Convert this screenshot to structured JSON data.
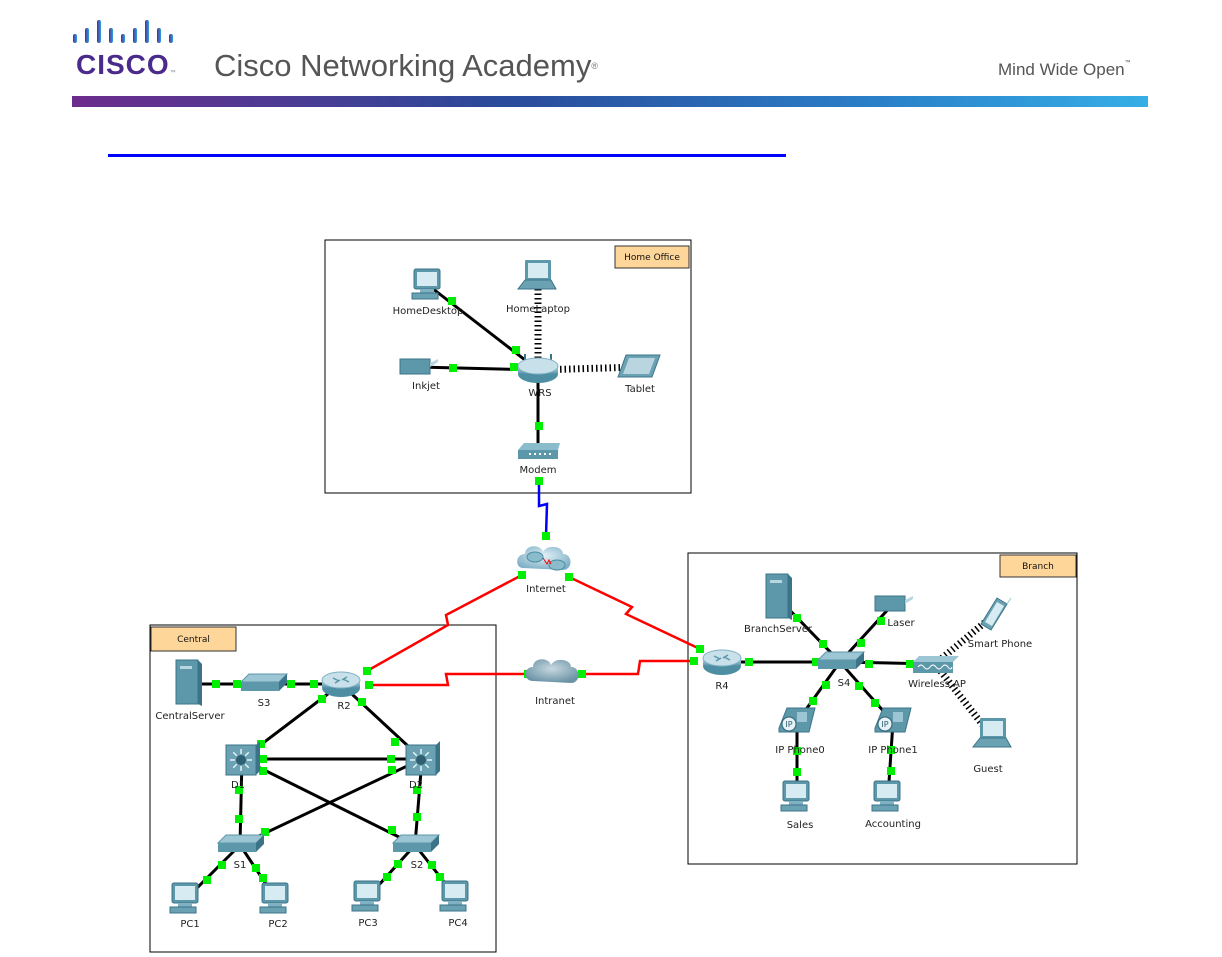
{
  "header": {
    "brand_word": "CISCO",
    "brand_tm": "™",
    "title": "Cisco Networking Academy",
    "title_reg": "®",
    "tagline": "Mind Wide Open",
    "tagline_tm": "™"
  },
  "colors": {
    "link_ethernet": "#000000",
    "link_serial": "#ff0000",
    "link_coax": "#0000ff",
    "port_up": "#00ee00",
    "area_label_bg": "#ffd699",
    "title_rule": "#0000ff"
  },
  "areas": [
    {
      "id": "home",
      "label": "Home Office"
    },
    {
      "id": "central",
      "label": "Central"
    },
    {
      "id": "branch",
      "label": "Branch"
    }
  ],
  "devices": [
    {
      "id": "HomeDesktop",
      "label": "HomeDesktop",
      "type": "pc"
    },
    {
      "id": "HomeLaptop",
      "label": "HomeLaptop",
      "type": "laptop"
    },
    {
      "id": "Inkjet",
      "label": "Inkjet",
      "type": "printer"
    },
    {
      "id": "WRS",
      "label": "WRS",
      "type": "wireless-router"
    },
    {
      "id": "Tablet",
      "label": "Tablet",
      "type": "tablet"
    },
    {
      "id": "Modem",
      "label": "Modem",
      "type": "modem"
    },
    {
      "id": "Internet",
      "label": "Internet",
      "type": "cloud-internet"
    },
    {
      "id": "Intranet",
      "label": "Intranet",
      "type": "cloud"
    },
    {
      "id": "CentralServer",
      "label": "CentralServer",
      "type": "server"
    },
    {
      "id": "S3",
      "label": "S3",
      "type": "switch"
    },
    {
      "id": "R2",
      "label": "R2",
      "type": "router"
    },
    {
      "id": "D1",
      "label": "D1",
      "type": "multilayer-switch"
    },
    {
      "id": "D2",
      "label": "D2",
      "type": "multilayer-switch"
    },
    {
      "id": "S1",
      "label": "S1",
      "type": "switch"
    },
    {
      "id": "S2",
      "label": "S2",
      "type": "switch"
    },
    {
      "id": "PC1",
      "label": "PC1",
      "type": "pc"
    },
    {
      "id": "PC2",
      "label": "PC2",
      "type": "pc"
    },
    {
      "id": "PC3",
      "label": "PC3",
      "type": "pc"
    },
    {
      "id": "PC4",
      "label": "PC4",
      "type": "pc"
    },
    {
      "id": "R4",
      "label": "R4",
      "type": "router"
    },
    {
      "id": "BranchServer",
      "label": "BranchServer",
      "type": "server"
    },
    {
      "id": "Laser",
      "label": "Laser",
      "type": "printer"
    },
    {
      "id": "S4",
      "label": "S4",
      "type": "switch"
    },
    {
      "id": "WirelessAP",
      "label": "Wireless AP",
      "type": "access-point"
    },
    {
      "id": "SmartPhone",
      "label": "Smart Phone",
      "type": "smartphone"
    },
    {
      "id": "Guest",
      "label": "Guest",
      "type": "laptop"
    },
    {
      "id": "IPPhone0",
      "label": "IP Phone0",
      "type": "ip-phone"
    },
    {
      "id": "IPPhone1",
      "label": "IP Phone1",
      "type": "ip-phone"
    },
    {
      "id": "Sales",
      "label": "Sales",
      "type": "pc"
    },
    {
      "id": "Accounting",
      "label": "Accounting",
      "type": "pc"
    }
  ],
  "links": [
    {
      "from": "HomeDesktop",
      "to": "WRS",
      "kind": "ethernet"
    },
    {
      "from": "Inkjet",
      "to": "WRS",
      "kind": "ethernet"
    },
    {
      "from": "HomeLaptop",
      "to": "WRS",
      "kind": "wireless"
    },
    {
      "from": "Tablet",
      "to": "WRS",
      "kind": "wireless"
    },
    {
      "from": "WRS",
      "to": "Modem",
      "kind": "ethernet"
    },
    {
      "from": "Modem",
      "to": "Internet",
      "kind": "coax"
    },
    {
      "from": "Internet",
      "to": "R2",
      "kind": "serial"
    },
    {
      "from": "Internet",
      "to": "R4",
      "kind": "serial"
    },
    {
      "from": "R2",
      "to": "Intranet",
      "kind": "serial"
    },
    {
      "from": "Intranet",
      "to": "R4",
      "kind": "serial"
    },
    {
      "from": "CentralServer",
      "to": "S3",
      "kind": "ethernet"
    },
    {
      "from": "S3",
      "to": "R2",
      "kind": "ethernet"
    },
    {
      "from": "R2",
      "to": "D1",
      "kind": "ethernet"
    },
    {
      "from": "R2",
      "to": "D2",
      "kind": "ethernet"
    },
    {
      "from": "D1",
      "to": "D2",
      "kind": "ethernet"
    },
    {
      "from": "D1",
      "to": "S1",
      "kind": "ethernet"
    },
    {
      "from": "D1",
      "to": "S2",
      "kind": "ethernet"
    },
    {
      "from": "D2",
      "to": "S1",
      "kind": "ethernet"
    },
    {
      "from": "D2",
      "to": "S2",
      "kind": "ethernet"
    },
    {
      "from": "S1",
      "to": "PC1",
      "kind": "ethernet"
    },
    {
      "from": "S1",
      "to": "PC2",
      "kind": "ethernet"
    },
    {
      "from": "S2",
      "to": "PC3",
      "kind": "ethernet"
    },
    {
      "from": "S2",
      "to": "PC4",
      "kind": "ethernet"
    },
    {
      "from": "R4",
      "to": "S4",
      "kind": "ethernet"
    },
    {
      "from": "BranchServer",
      "to": "S4",
      "kind": "ethernet"
    },
    {
      "from": "Laser",
      "to": "S4",
      "kind": "ethernet"
    },
    {
      "from": "S4",
      "to": "WirelessAP",
      "kind": "ethernet"
    },
    {
      "from": "WirelessAP",
      "to": "SmartPhone",
      "kind": "wireless"
    },
    {
      "from": "WirelessAP",
      "to": "Guest",
      "kind": "wireless"
    },
    {
      "from": "S4",
      "to": "IPPhone0",
      "kind": "ethernet"
    },
    {
      "from": "S4",
      "to": "IPPhone1",
      "kind": "ethernet"
    },
    {
      "from": "IPPhone0",
      "to": "Sales",
      "kind": "ethernet"
    },
    {
      "from": "IPPhone1",
      "to": "Accounting",
      "kind": "ethernet"
    }
  ]
}
